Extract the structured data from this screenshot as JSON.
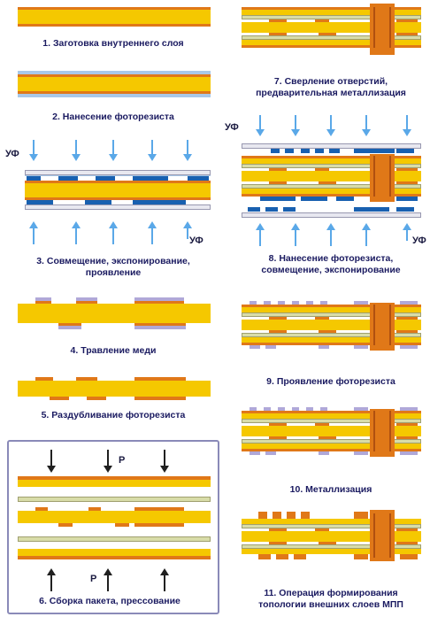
{
  "colors": {
    "core": "#f5c800",
    "copper": "#e07818",
    "photoresist": "#a8c8e8",
    "exposed_resist": "#1860b0",
    "etch_resist": "#b0a8d8",
    "prepreg": "#d8dca8",
    "uv_arrow": "#5aa8e8",
    "press_arrow": "#202020",
    "caption": "#1a1a60",
    "frame": "#8a8ab8"
  },
  "labels": {
    "uv": "УФ",
    "pressure": "Р"
  },
  "steps": [
    {
      "id": 1,
      "caption": [
        "1. Заготовка внутреннего слоя"
      ]
    },
    {
      "id": 2,
      "caption": [
        "2. Нанесение фоторезиста"
      ]
    },
    {
      "id": 3,
      "caption": [
        "3. Совмещение, экспонирование,",
        "проявление"
      ]
    },
    {
      "id": 4,
      "caption": [
        "4. Травление меди"
      ]
    },
    {
      "id": 5,
      "caption": [
        "5. Раздубливание фоторезиста"
      ]
    },
    {
      "id": 6,
      "caption": [
        "6. Сборка пакета, прессование"
      ]
    },
    {
      "id": 7,
      "caption": [
        "7. Сверление отверстий,",
        "предварительная металлизация"
      ]
    },
    {
      "id": 8,
      "caption": [
        "8. Нанесение фоторезиста,",
        "совмещение, экспонирование"
      ]
    },
    {
      "id": 9,
      "caption": [
        "9. Проявление фоторезиста"
      ]
    },
    {
      "id": 10,
      "caption": [
        "10. Металлизация"
      ]
    },
    {
      "id": 11,
      "caption": [
        "11. Операция формирования",
        "топологии внешних слоев МПП"
      ]
    }
  ]
}
